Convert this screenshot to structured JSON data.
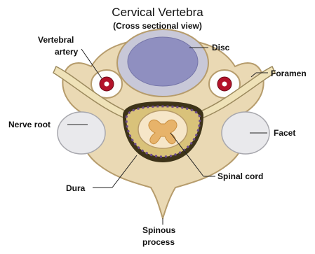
{
  "title": "Cervical Vertebra",
  "subtitle": "(Cross sectional view)",
  "labels": {
    "vertebral_artery_1": "Vertebral",
    "vertebral_artery_2": "artery",
    "disc": "Disc",
    "foramen": "Foramen",
    "nerve_root": "Nerve root",
    "facet": "Facet",
    "spinal_cord": "Spinal cord",
    "dura": "Dura",
    "spinous_process_1": "Spinous",
    "spinous_process_2": "process"
  },
  "colors": {
    "bone": "#ead9b4",
    "bone_edge": "#b69c6c",
    "disc_outer": "#c8c8d8",
    "disc_inner": "#8f8fc0",
    "nerve": "#efe2b8",
    "facet": "#e9e9ec",
    "dura": "#3d3318",
    "canal_dots": "#6b4a8e",
    "cord": "#f6e6c8",
    "grey_matter": "#e7b36a",
    "artery_red": "#b3122a",
    "leader_line": "#222222"
  }
}
